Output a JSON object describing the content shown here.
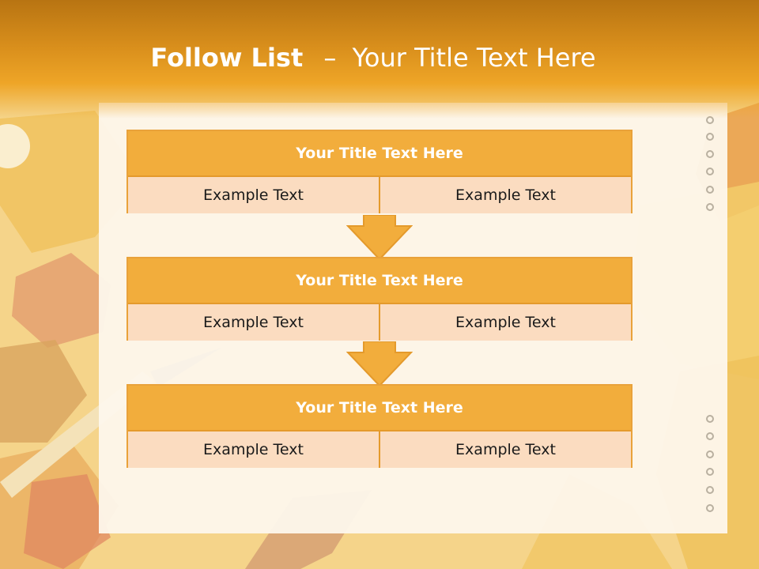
{
  "slide": {
    "title_bold": "Follow List",
    "title_sep": "–",
    "title_rest": "Your Title Text Here"
  },
  "boxes": [
    {
      "title": "Your Title Text Here",
      "left": "Example Text",
      "right": "Example Text"
    },
    {
      "title": "Your Title Text Here",
      "left": "Example Text",
      "right": "Example Text"
    },
    {
      "title": "Your Title Text Here",
      "left": "Example Text",
      "right": "Example Text"
    }
  ],
  "colors": {
    "header": "#d98f1c",
    "box_header": "#f2ad3c",
    "box_cell": "#fbdcc0",
    "arrow": "#f2ad3c",
    "border": "#e49a2c"
  }
}
